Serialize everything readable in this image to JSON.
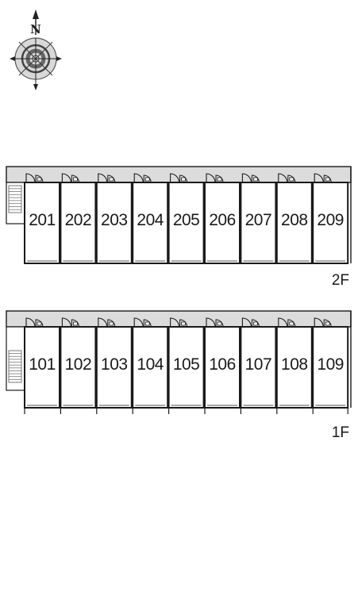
{
  "compass": {
    "north_label": "N"
  },
  "floors": [
    {
      "label": "2F",
      "rooms": [
        "201",
        "202",
        "203",
        "204",
        "205",
        "206",
        "207",
        "208",
        "209"
      ]
    },
    {
      "label": "1F",
      "rooms": [
        "101",
        "102",
        "103",
        "104",
        "105",
        "106",
        "107",
        "108",
        "109"
      ]
    }
  ],
  "colors": {
    "line": "#1a1a1a",
    "corridor": "#dcdcdc",
    "stair": "#777777"
  }
}
